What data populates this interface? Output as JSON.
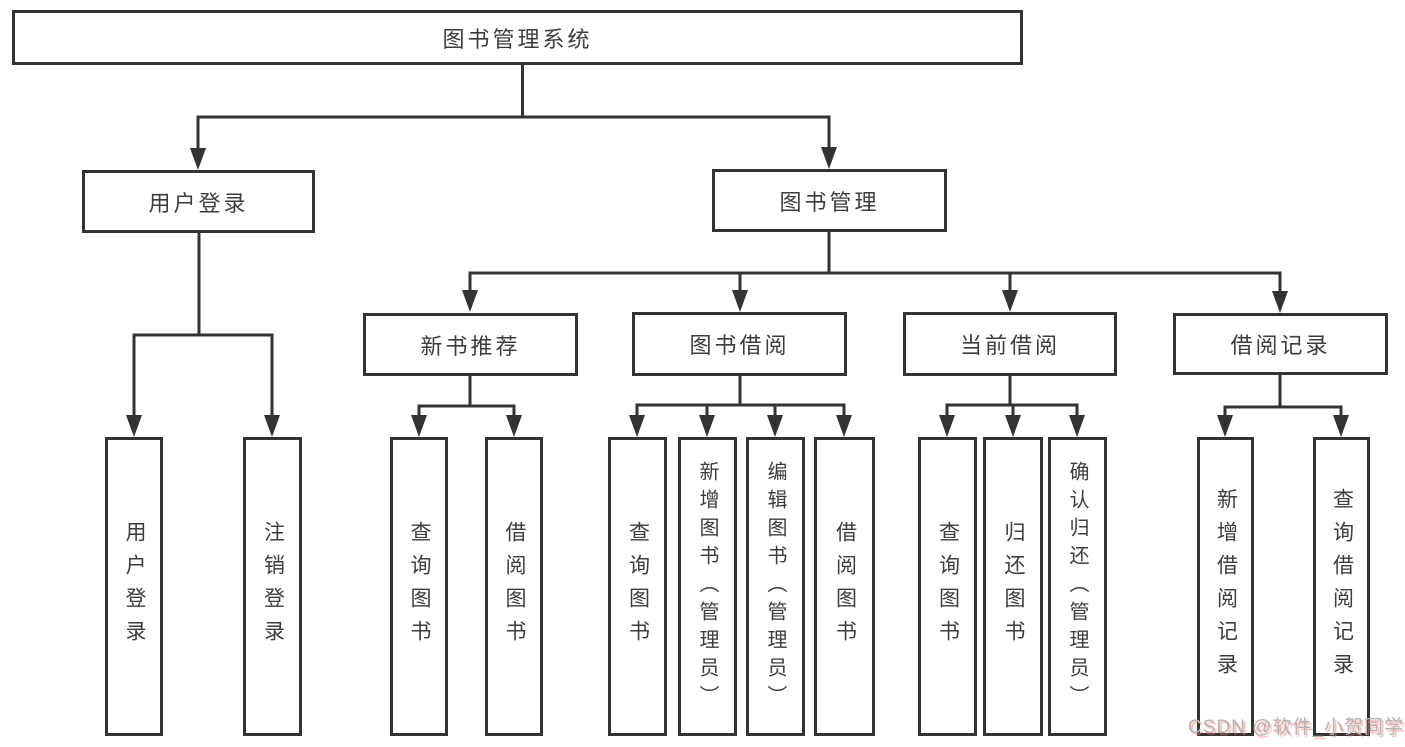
{
  "tree": {
    "label": "图书管理系统",
    "children": [
      {
        "label": "用户登录",
        "children": [
          {
            "label": "用户登录"
          },
          {
            "label": "注销登录"
          }
        ]
      },
      {
        "label": "图书管理",
        "children": [
          {
            "label": "新书推荐",
            "children": [
              {
                "label": "查询图书"
              },
              {
                "label": "借阅图书"
              }
            ]
          },
          {
            "label": "图书借阅",
            "children": [
              {
                "label": "查询图书"
              },
              {
                "label": "新增图书（管理员）"
              },
              {
                "label": "编辑图书（管理员）"
              },
              {
                "label": "借阅图书"
              }
            ]
          },
          {
            "label": "当前借阅",
            "children": [
              {
                "label": "查询图书"
              },
              {
                "label": "归还图书"
              },
              {
                "label": "确认归还（管理员）"
              }
            ]
          },
          {
            "label": "借阅记录",
            "children": [
              {
                "label": "新增借阅记录"
              },
              {
                "label": "查询借阅记录"
              }
            ]
          }
        ]
      }
    ]
  },
  "watermark": {
    "text": "CSDN @软件_小贺同学"
  },
  "colors": {
    "line": "#333333",
    "text": "#3d3d3d",
    "background": "#ffffff",
    "watermark_text": "#b3b3b3",
    "watermark_shadow": "#fa786e"
  }
}
